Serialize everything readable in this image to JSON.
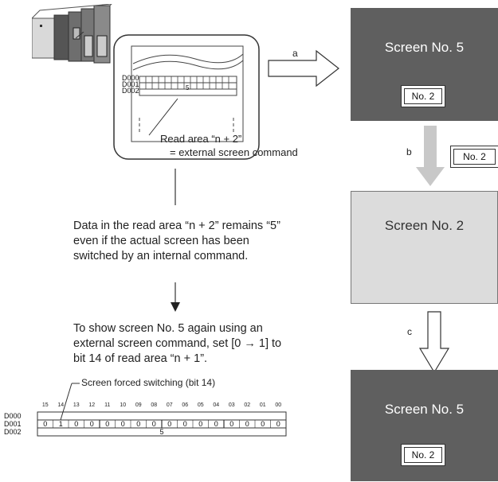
{
  "screens": [
    {
      "title": "Screen No. 5",
      "button": "No. 2"
    },
    {
      "title": "Screen No. 2"
    },
    {
      "title": "Screen No. 5",
      "button": "No. 2"
    }
  ],
  "floating_button": "No. 2",
  "arrows": {
    "a": "a",
    "b": "b",
    "c": "c"
  },
  "callout": {
    "rows": [
      "D000",
      "D001",
      "D002"
    ],
    "value": "5",
    "label_line1": "Read area “n + 2”",
    "label_line2": "= external screen command"
  },
  "note1": [
    "Data in the read area “n + 2” remains “5”",
    "even if the actual screen has been",
    "switched by an internal command."
  ],
  "note2": [
    "To show screen No. 5 again using an",
    "external screen command, set [0 → 1] to",
    "bit 14 of read area “n + 1”."
  ],
  "bit_table": {
    "annotation": "Screen forced switching (bit 14)",
    "bit_labels": [
      "15",
      "14",
      "13",
      "12",
      "11",
      "10",
      "09",
      "08",
      "07",
      "06",
      "05",
      "04",
      "03",
      "02",
      "01",
      "00"
    ],
    "rows": [
      "D000",
      "D001",
      "D002"
    ],
    "d001_bits": [
      "0",
      "1",
      "0",
      "0",
      "0",
      "0",
      "0",
      "0",
      "0",
      "0",
      "0",
      "0",
      "0",
      "0",
      "0",
      "0"
    ],
    "d002_value": "5"
  }
}
